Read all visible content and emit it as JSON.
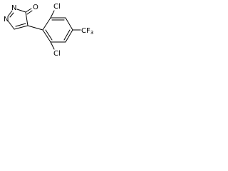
{
  "molecule": {
    "atoms": {
      "carbonyl_oxygen": "O",
      "ring_nitrogen_1": "N",
      "ring_nitrogen_2": "N",
      "ortho_chlorine_top": "Cl",
      "ortho_chlorine_bottom": "Cl",
      "trifluoromethyl": "CF",
      "trifluoromethyl_subscript": "3"
    }
  }
}
